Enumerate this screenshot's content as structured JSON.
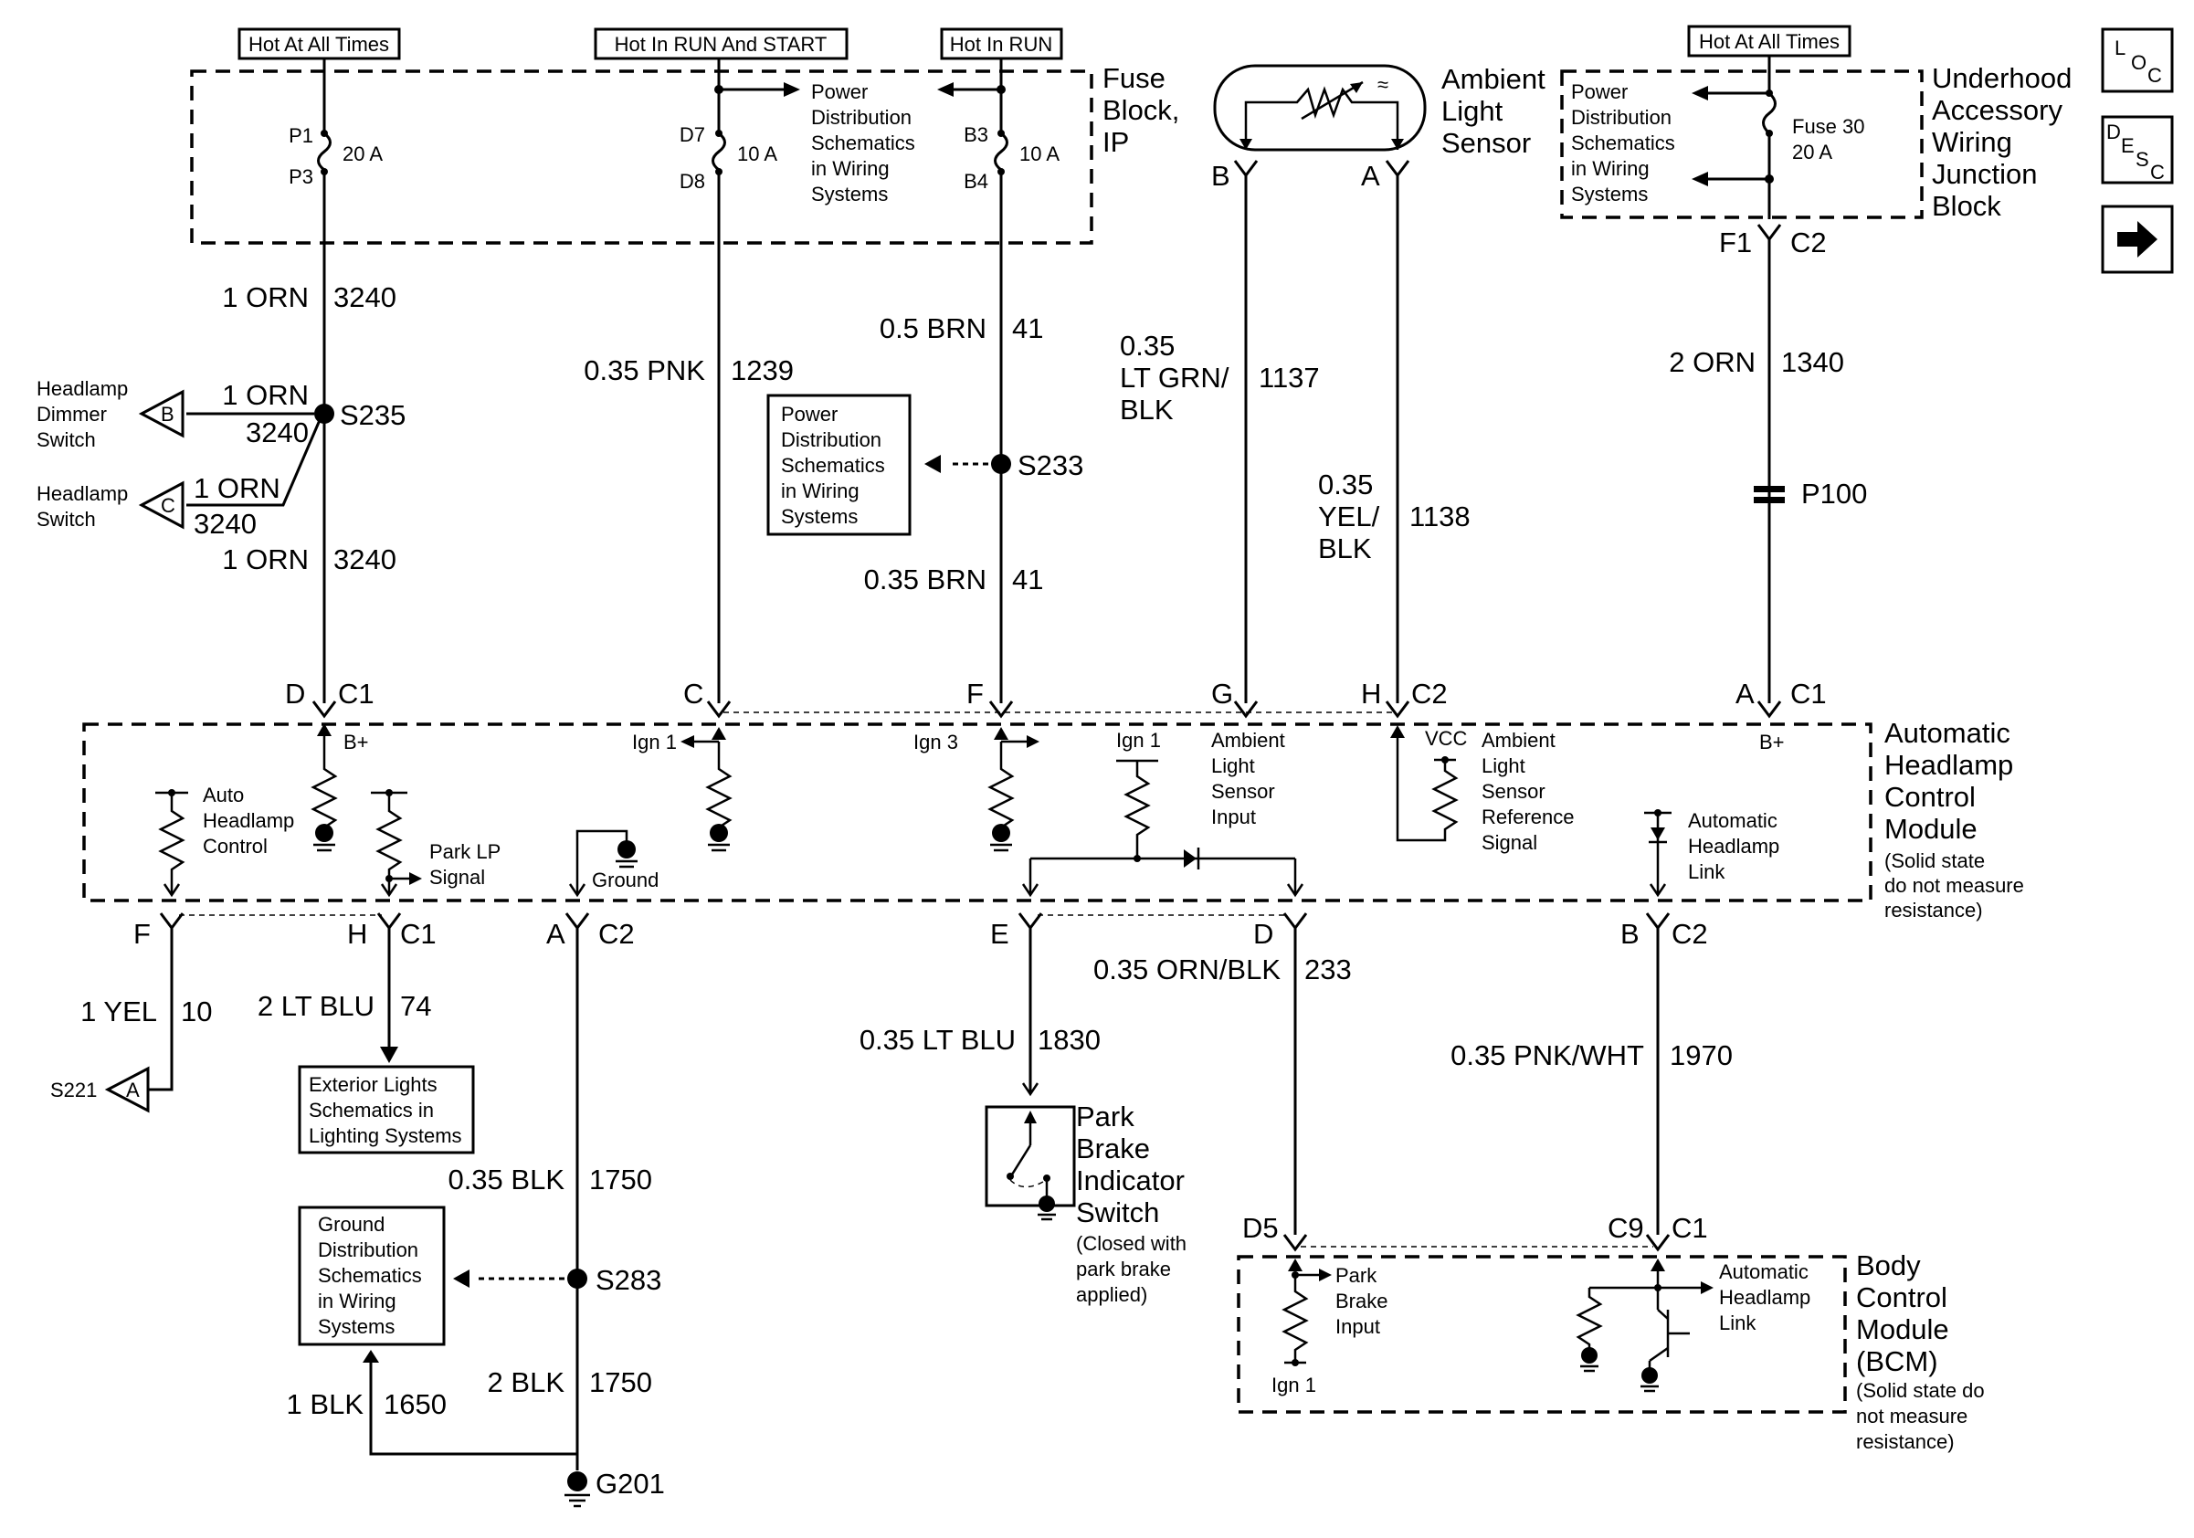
{
  "headers": {
    "hot_all_times_left": "Hot At All Times",
    "hot_run_start": "Hot In RUN And START",
    "hot_run": "Hot In RUN",
    "hot_all_times_right": "Hot At All Times"
  },
  "fuse_block": {
    "name_lines": [
      "Fuse",
      "Block,",
      "IP"
    ],
    "fuse1": {
      "top": "P1",
      "bottom": "P3",
      "rating": "20 A"
    },
    "fuse2": {
      "top": "D7",
      "bottom": "D8",
      "rating": "10 A"
    },
    "fuse3": {
      "top": "B3",
      "bottom": "B4",
      "rating": "10 A"
    },
    "power_ref_lines": [
      "Power",
      "Distribution",
      "Schematics",
      "in Wiring",
      "Systems"
    ]
  },
  "underhood": {
    "name_lines": [
      "Underhood",
      "Accessory",
      "Wiring",
      "Junction",
      "Block"
    ],
    "power_ref_lines": [
      "Power",
      "Distribution",
      "Schematics",
      "in Wiring",
      "Systems"
    ],
    "fuse_label": "Fuse 30",
    "fuse_rating": "20 A",
    "pin": "F1",
    "conn": "C2"
  },
  "sensor": {
    "name_lines": [
      "Ambient",
      "Light",
      "Sensor"
    ],
    "pin_b": "B",
    "pin_a": "A"
  },
  "nav": {
    "loc": [
      "L",
      "O",
      "C"
    ],
    "desc": [
      "D",
      "E",
      "S",
      "C"
    ],
    "next_icon": "right-arrow-icon"
  },
  "wires": {
    "w3240_top": {
      "gauge": "1 ORN",
      "circuit": "3240"
    },
    "w3240_dim": {
      "gauge": "1 ORN",
      "circuit": "3240"
    },
    "w3240_hs": {
      "gauge": "1 ORN",
      "circuit": "3240"
    },
    "w3240_low": {
      "gauge": "1 ORN",
      "circuit": "3240"
    },
    "w1239": {
      "gauge": "0.35 PNK",
      "circuit": "1239"
    },
    "w41_top": {
      "gauge": "0.5 BRN",
      "circuit": "41"
    },
    "w41_low": {
      "gauge": "0.35 BRN",
      "circuit": "41"
    },
    "w1137": {
      "lines": [
        "0.35",
        "LT GRN/",
        "BLK"
      ],
      "circuit": "1137"
    },
    "w1138": {
      "lines": [
        "0.35",
        "YEL/",
        "BLK"
      ],
      "circuit": "1138"
    },
    "w1340": {
      "gauge": "2 ORN",
      "circuit": "1340"
    },
    "w10": {
      "gauge": "1 YEL",
      "circuit": "10"
    },
    "w74": {
      "gauge": "2 LT BLU",
      "circuit": "74"
    },
    "w1750_top": {
      "gauge": "0.35 BLK",
      "circuit": "1750"
    },
    "w1750_low": {
      "gauge": "2 BLK",
      "circuit": "1750"
    },
    "w1650": {
      "gauge": "1 BLK",
      "circuit": "1650"
    },
    "w1830": {
      "gauge": "0.35 LT BLU",
      "circuit": "1830"
    },
    "w233": {
      "gauge": "0.35 ORN/BLK",
      "circuit": "233"
    },
    "w1970": {
      "gauge": "0.35 PNK/WHT",
      "circuit": "1970"
    }
  },
  "splices": {
    "s235": "S235",
    "s233": "S233",
    "s283": "S283",
    "p100": "P100",
    "g201": "G201",
    "s221": "S221"
  },
  "refs": {
    "dimmer": {
      "lines": [
        "Headlamp",
        "Dimmer",
        "Switch"
      ],
      "pin": "B"
    },
    "headlamp_switch": {
      "lines": [
        "Headlamp",
        "Switch"
      ],
      "pin": "C"
    },
    "s221_pin": "A",
    "power_box": [
      "Power",
      "Distribution",
      "Schematics",
      "in Wiring",
      "Systems"
    ],
    "exterior_box": [
      "Exterior Lights",
      "Schematics in",
      "Lighting Systems"
    ],
    "ground_box": [
      "Ground",
      "Distribution",
      "Schematics",
      "in Wiring",
      "Systems"
    ]
  },
  "module": {
    "name_lines": [
      "Automatic",
      "Headlamp",
      "Control",
      "Module"
    ],
    "note_lines": [
      "(Solid state",
      "do not measure",
      "resistance)"
    ],
    "top_pins": {
      "d": "D",
      "c1": "C1",
      "c": "C",
      "f": "F",
      "g": "G",
      "h": "H",
      "c2": "C2",
      "a": "A",
      "c1b": "C1"
    },
    "bottom_pins": {
      "f": "F",
      "h": "H",
      "c1": "C1",
      "a": "A",
      "c2": "C2",
      "e": "E",
      "d": "D",
      "b": "B",
      "c2b": "C2"
    },
    "internal": {
      "bplus_left": "B+",
      "bplus_right": "B+",
      "ign1": "Ign 1",
      "ign3": "Ign 3",
      "ign1_mid": "Ign 1",
      "vcc": "VCC",
      "auto_ctrl": [
        "Auto",
        "Headlamp",
        "Control"
      ],
      "park_lp": [
        "Park LP",
        "Signal"
      ],
      "ground": "Ground",
      "als_input": [
        "Ambient",
        "Light",
        "Sensor",
        "Input"
      ],
      "als_ref": [
        "Ambient",
        "Light",
        "Sensor",
        "Reference",
        "Signal"
      ],
      "auto_link": [
        "Automatic",
        "Headlamp",
        "Link"
      ]
    }
  },
  "park_brake": {
    "name_lines": [
      "Park",
      "Brake",
      "Indicator",
      "Switch"
    ],
    "note_lines": [
      "(Closed with",
      "park brake",
      "applied)"
    ]
  },
  "bcm": {
    "name_lines": [
      "Body",
      "Control",
      "Module",
      "(BCM)"
    ],
    "note_lines": [
      "(Solid state do",
      "not measure",
      "resistance)"
    ],
    "pin_d5": "D5",
    "pin_c9": "C9",
    "conn": "C1",
    "park_input": [
      "Park",
      "Brake",
      "Input"
    ],
    "auto_link": [
      "Automatic",
      "Headlamp",
      "Link"
    ],
    "ign1": "Ign 1"
  }
}
